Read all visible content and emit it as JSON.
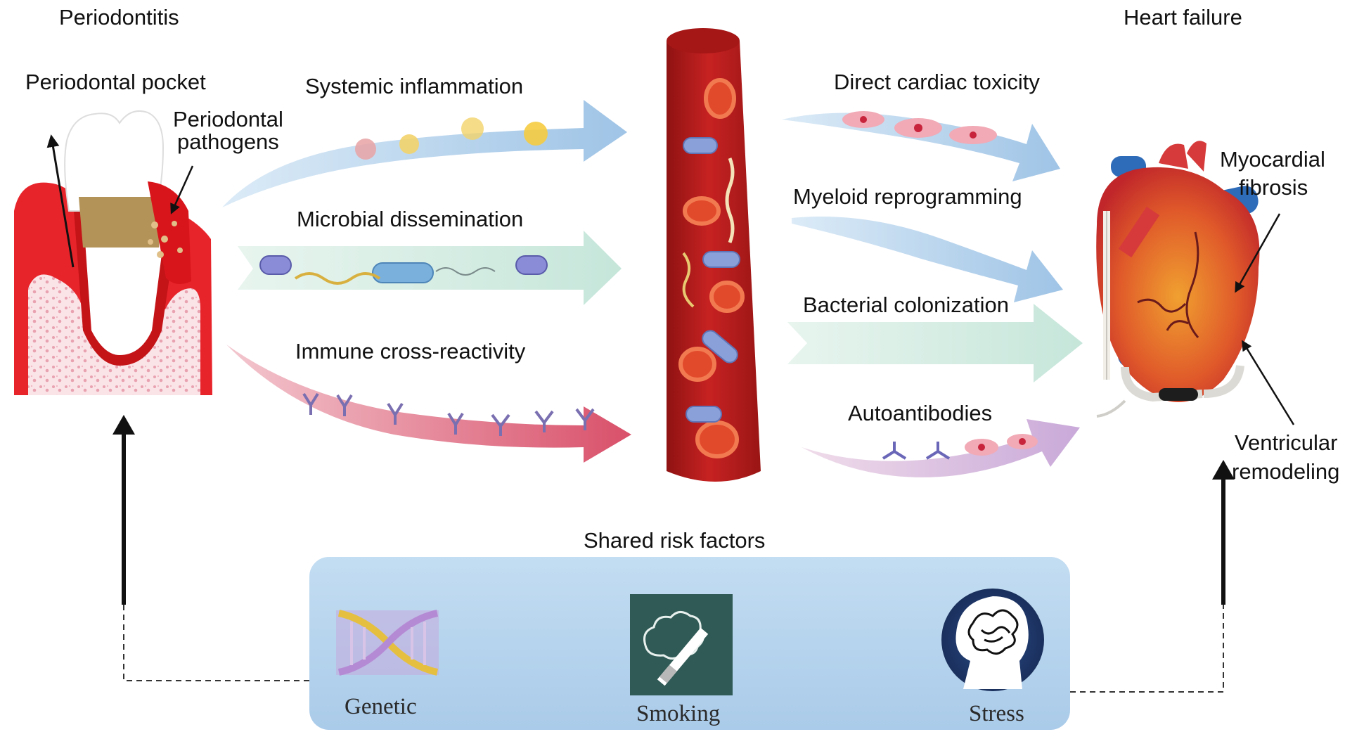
{
  "left_panel": {
    "title": "Periodontitis",
    "pocket_label": "Periodontal pocket",
    "pathogens_label_line1": "Periodontal",
    "pathogens_label_line2": "pathogens"
  },
  "right_panel": {
    "title": "Heart failure",
    "fibrosis_label_line1": "Myocardial",
    "fibrosis_label_line2": "fibrosis",
    "remodeling_label_line1": "Ventricular",
    "remodeling_label_line2": "remodeling"
  },
  "left_pathways": [
    {
      "label": "Systemic inflammation"
    },
    {
      "label": "Microbial dissemination"
    },
    {
      "label": "Immune cross-reactivity"
    }
  ],
  "right_pathways": [
    {
      "label": "Direct cardiac toxicity"
    },
    {
      "label": "Myeloid reprogramming"
    },
    {
      "label": "Bacterial colonization"
    },
    {
      "label": "Autoantibodies"
    }
  ],
  "shared_risk": {
    "title": "Shared risk factors",
    "factors": [
      {
        "label": "Genetic",
        "icon": "dna-icon"
      },
      {
        "label": "Smoking",
        "icon": "smoking-icon"
      },
      {
        "label": "Stress",
        "icon": "brain-head-icon"
      }
    ]
  },
  "colors": {
    "blue_arrow": "#a9cbe8",
    "green_arrow": "#cde9df",
    "pink_arrow": "#e07a8c",
    "vessel": "#b01c1c",
    "gum": "#e8242b",
    "panel": "#b9d6ef",
    "smoking_bg": "#2f5a55",
    "stress_bg": "#1f3a6b"
  }
}
